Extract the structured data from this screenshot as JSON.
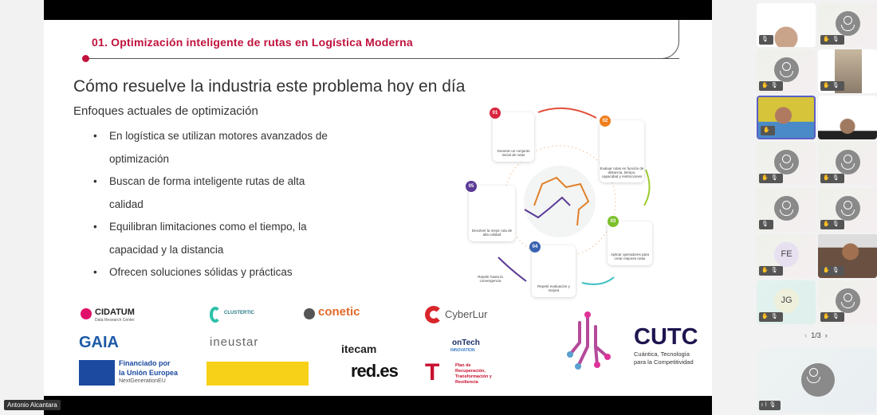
{
  "slide": {
    "title": "01. Optimización inteligente de rutas en Logística Moderna",
    "heading": "Cómo resuelve la industria este problema hoy en día",
    "subheading": "Enfoques actuales de optimización",
    "bullets": [
      "En logística se utilizan motores avanzados de optimización",
      "Buscan de forma inteligente rutas de alta calidad",
      "Equilibran limitaciones como el tiempo, la capacidad y la distancia",
      "Ofrecen soluciones sólidas y prácticas"
    ],
    "diagram": {
      "steps": [
        {
          "num": "01",
          "label": "Generar un conjunto inicial de rutas",
          "color": "#d9263f"
        },
        {
          "num": "02",
          "label": "Evaluar rutas en función de distancia, tiempo, capacidad y restricciones",
          "color": "#f07e1b"
        },
        {
          "num": "03",
          "label": "Aplicar operadores para crear mejores rutas",
          "color": "#7cbf2a"
        },
        {
          "num": "04",
          "label": "Repetir evaluación y mejora",
          "color": "#3a63b0"
        },
        {
          "num": "05",
          "label": "Devolver la mejor ruta de alta calidad",
          "color": "#5a3a96"
        }
      ],
      "loop_label": "Repetir hasta la convergencia"
    },
    "logos": {
      "cidatum": "CIDATUM",
      "cidatum_sub": "Data Research Center",
      "clustertic": "CLUSTERTIC",
      "conetic": "conetic",
      "cyberlur": "CyberLur",
      "gaia": "GAIA",
      "ineustar": "ineustar",
      "itecam": "itecam",
      "ontech": "onTech",
      "ontech_sub": "INNOVATION",
      "eu_1": "Financiado por",
      "eu_2": "la Unión Europea",
      "eu_3": "NextGenerationEU",
      "redes": "red.es",
      "prtr": "Plan de Recuperación, Transformación y Resiliencia"
    },
    "cutc": {
      "name": "CUTC",
      "tagline_1": "Cuántica, Tecnología",
      "tagline_2": "para la Competitividad"
    }
  },
  "presenter_name": "Antonio Alcantara",
  "participants": {
    "initials": [
      "FE",
      "JG"
    ],
    "pager": "1/3"
  }
}
